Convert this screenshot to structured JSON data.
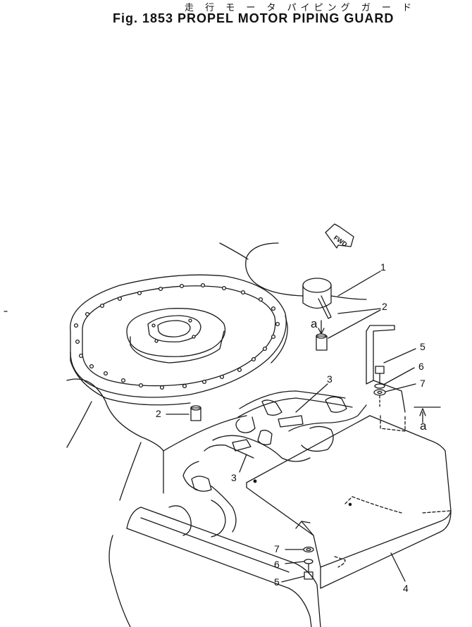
{
  "header": {
    "japanese_title": "走 行 モ ー タ パイピング ガ ー ド",
    "english_title": "Fig. 1853 PROPEL MOTOR PIPING GUARD"
  },
  "diagram": {
    "direction_marker": "FWD",
    "view_markers": [
      "a",
      "a"
    ],
    "callouts": [
      "1",
      "2",
      "2",
      "3",
      "3",
      "4",
      "5",
      "5",
      "6",
      "6",
      "7",
      "7"
    ]
  }
}
